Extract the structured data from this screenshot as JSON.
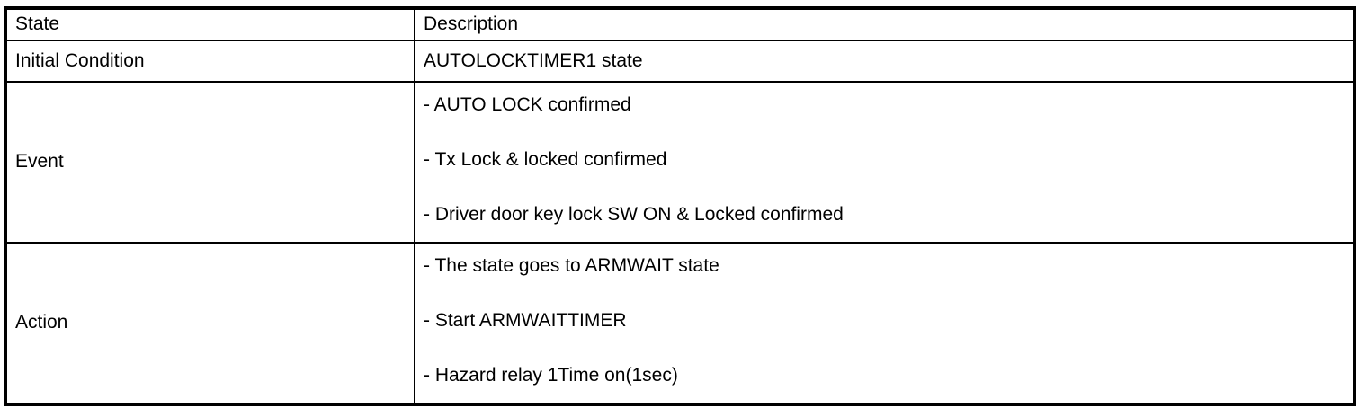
{
  "table": {
    "header": {
      "state": "State",
      "description": "Description"
    },
    "rows": {
      "initial": {
        "label": "Initial Condition",
        "description": "AUTOLOCKTIMER1 state"
      },
      "event": {
        "label": "Event",
        "lines": [
          "- AUTO LOCK confirmed",
          "- Tx Lock & locked confirmed",
          "- Driver door key lock SW ON & Locked confirmed"
        ]
      },
      "action": {
        "label": "Action",
        "lines": [
          "- The state goes to ARMWAIT state",
          "- Start ARMWAITTIMER",
          "- Hazard relay 1Time on(1sec)"
        ]
      }
    },
    "colors": {
      "border": "#000000",
      "text": "#000000",
      "background": "#ffffff"
    }
  }
}
